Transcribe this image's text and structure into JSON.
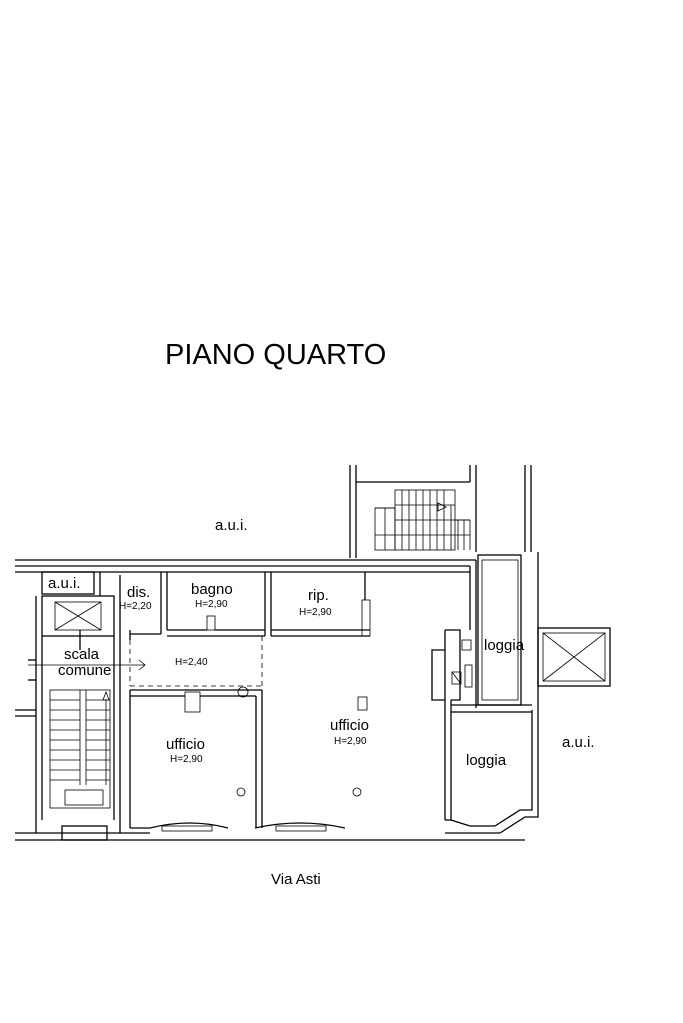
{
  "title": "PIANO QUARTO",
  "street": "Via Asti",
  "labels": {
    "aui_top": "a.u.i.",
    "aui_left": "a.u.i.",
    "aui_right": "a.u.i.",
    "dis": "dis.",
    "dis_h": "H=2,20",
    "bagno": "bagno",
    "bagno_h": "H=2,90",
    "rip": "rip.",
    "rip_h": "H=2,90",
    "scala_1": "scala",
    "scala_2": "comune",
    "corridor_h": "H=2,40",
    "loggia_top": "loggia",
    "loggia_bottom": "loggia",
    "ufficio_left": "ufficio",
    "ufficio_left_h": "H=2,90",
    "ufficio_main": "ufficio",
    "ufficio_main_h": "H=2,90"
  },
  "colors": {
    "ink": "#000000",
    "paper": "#ffffff"
  }
}
